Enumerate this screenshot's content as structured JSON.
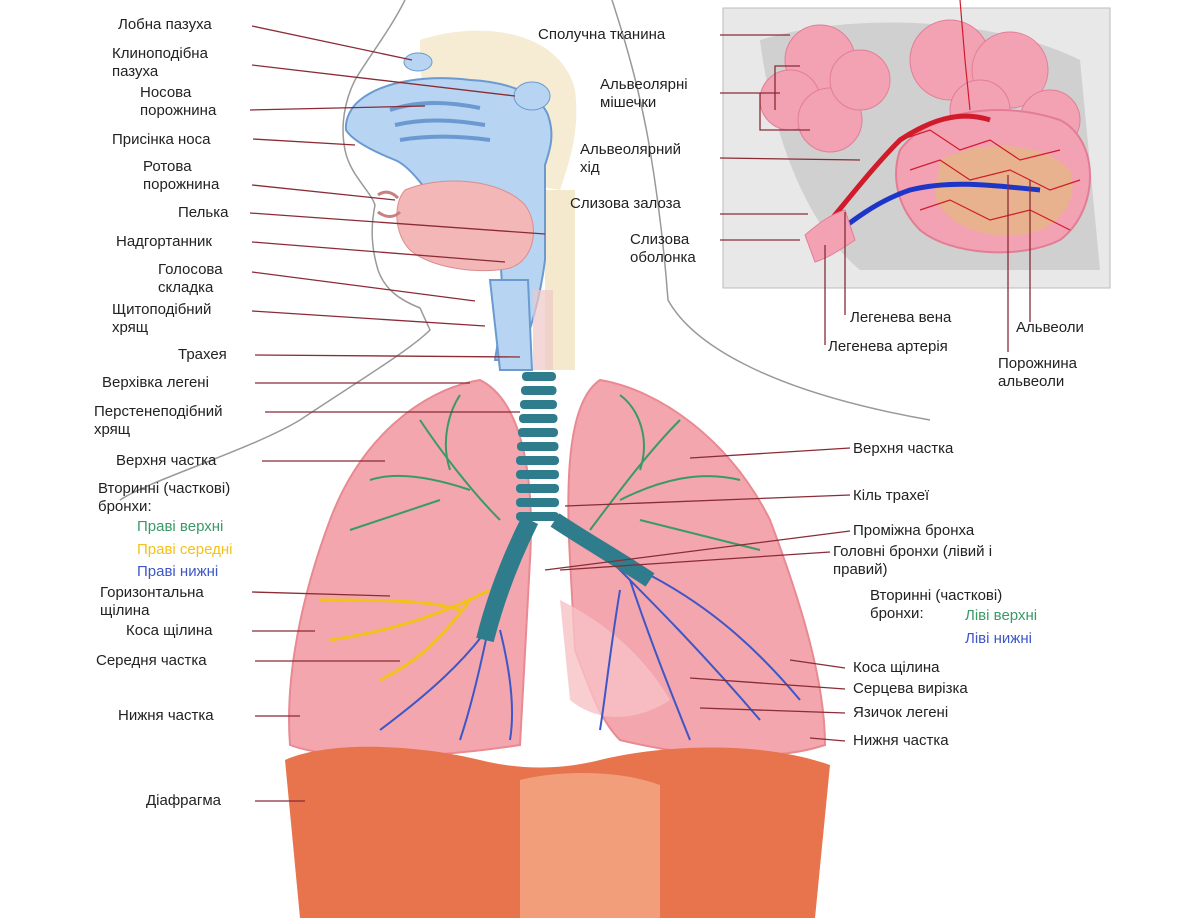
{
  "colors": {
    "lung": "#f3a6ad",
    "lung_shade": "#e98a92",
    "diaphragm": "#e8744e",
    "diaphragm_light": "#f7b08e",
    "airway": "#b7d4f2",
    "airway_stroke": "#6a9ad0",
    "trachea": "#2f7d8c",
    "bronchi_upper": "#3a9a66",
    "bronchi_middle": "#f2c21a",
    "bronchi_lower": "#3d57c6",
    "line": "#8a2b35",
    "inset_bg": "#d6d6d6",
    "alveoli": "#f3a2b4",
    "artery": "#d11a2a",
    "vein": "#1d36c8",
    "bone": "#f2e3c0"
  },
  "labels_left": {
    "frontal_sinus": "Лобна пазуха",
    "sphenoid_sinus": "Клиноподібна\nпазуха",
    "nasal_cavity": "Носова\nпорожнина",
    "nasal_vestibule": "Присінка носа",
    "oral_cavity": "Ротова\nпорожнина",
    "pharynx": "Пелька",
    "epiglottis": "Надгортанник",
    "vocal_fold": "Голосова\nскладка",
    "thyroid_cartilage": "Щитоподібний\nхрящ",
    "trachea": "Трахея",
    "lung_apex": "Верхівка легені",
    "cricoid_cartilage": "Перстенеподібний\nхрящ",
    "upper_lobe": "Верхня частка",
    "secondary_bronchi": "Вторинні (часткові)\nбронхи:",
    "right_upper": "Праві верхні",
    "right_middle": "Праві середні",
    "right_lower": "Праві нижні",
    "horizontal_fissure": "Горизонтальна\nщілина",
    "oblique_fissure": "Коса щілина",
    "middle_lobe": "Середня частка",
    "lower_lobe": "Нижня частка",
    "diaphragm": "Діафрагма"
  },
  "labels_inset": {
    "connective_tissue": "Сполучна тканина",
    "alveolar_sacs": "Альвеолярні\nмішечки",
    "alveolar_duct": "Альвеолярний\nхід",
    "mucous_gland": "Слизова залоза",
    "mucous_membrane": "Слизова\nоболонка",
    "pulmonary_vein": "Легенева вена",
    "pulmonary_artery": "Легенева артерія",
    "alveoli": "Альвеоли",
    "alveolar_cavity": "Порожнина\nальвеоли"
  },
  "labels_right": {
    "upper_lobe": "Верхня частка",
    "carina": "Кіль трахеї",
    "intermediate_bronchus": "Проміжна бронха",
    "main_bronchi": "Головні бронхи (лівий і\nправий)",
    "secondary_bronchi": "Вторинні (часткові)\nбронхи:",
    "left_upper": "Ліві верхні",
    "left_lower": "Ліві нижні",
    "oblique_fissure": "Коса щілина",
    "cardiac_notch": "Серцева вирізка",
    "lingula": "Язичок легені",
    "lower_lobe": "Нижня частка"
  }
}
